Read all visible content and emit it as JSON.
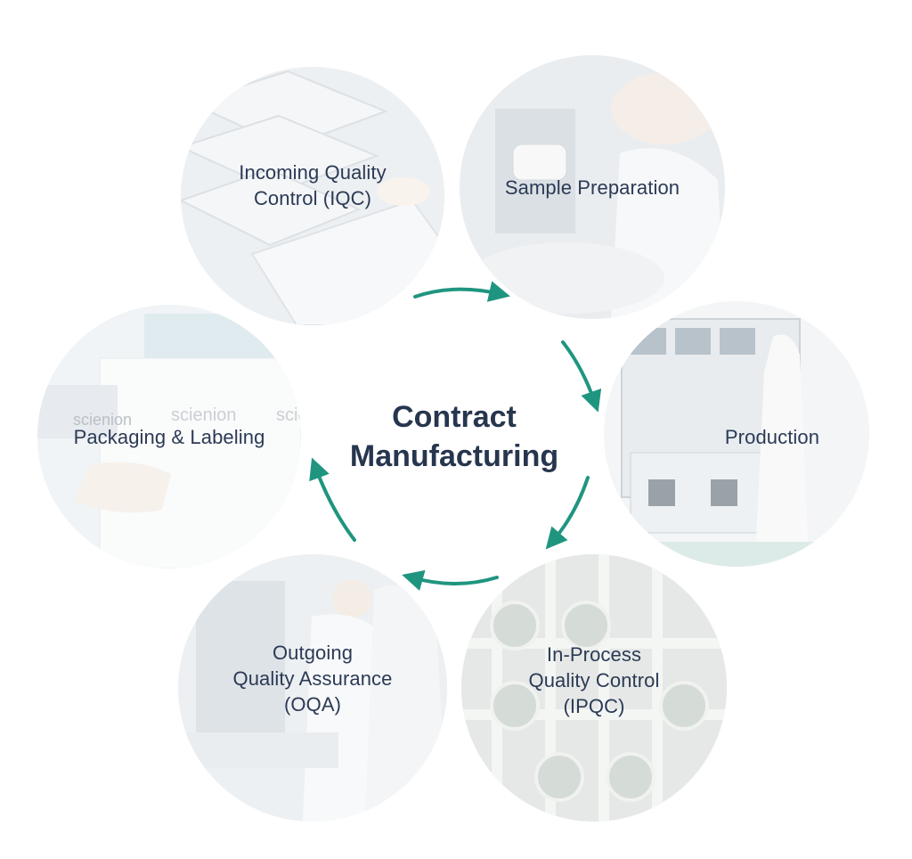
{
  "title": [
    "Contract",
    "Manufacturing"
  ],
  "nodes": [
    {
      "id": "iqc",
      "lines": [
        "Incoming Quality",
        "Control (IQC)"
      ]
    },
    {
      "id": "sample",
      "lines": [
        "Sample Preparation"
      ]
    },
    {
      "id": "production",
      "lines": [
        "Production"
      ]
    },
    {
      "id": "ipqc",
      "lines": [
        "In-Process",
        "Quality Control",
        "(IPQC)"
      ]
    },
    {
      "id": "oqa",
      "lines": [
        "Outgoing",
        "Quality Assurance",
        "(OQA)"
      ]
    },
    {
      "id": "packaging",
      "lines": [
        "Packaging & Labeling"
      ]
    }
  ],
  "box_text": [
    "scienion",
    "scienion",
    "scie"
  ],
  "colors": {
    "arrow": "#1f9580",
    "text": "#2b3a55"
  }
}
